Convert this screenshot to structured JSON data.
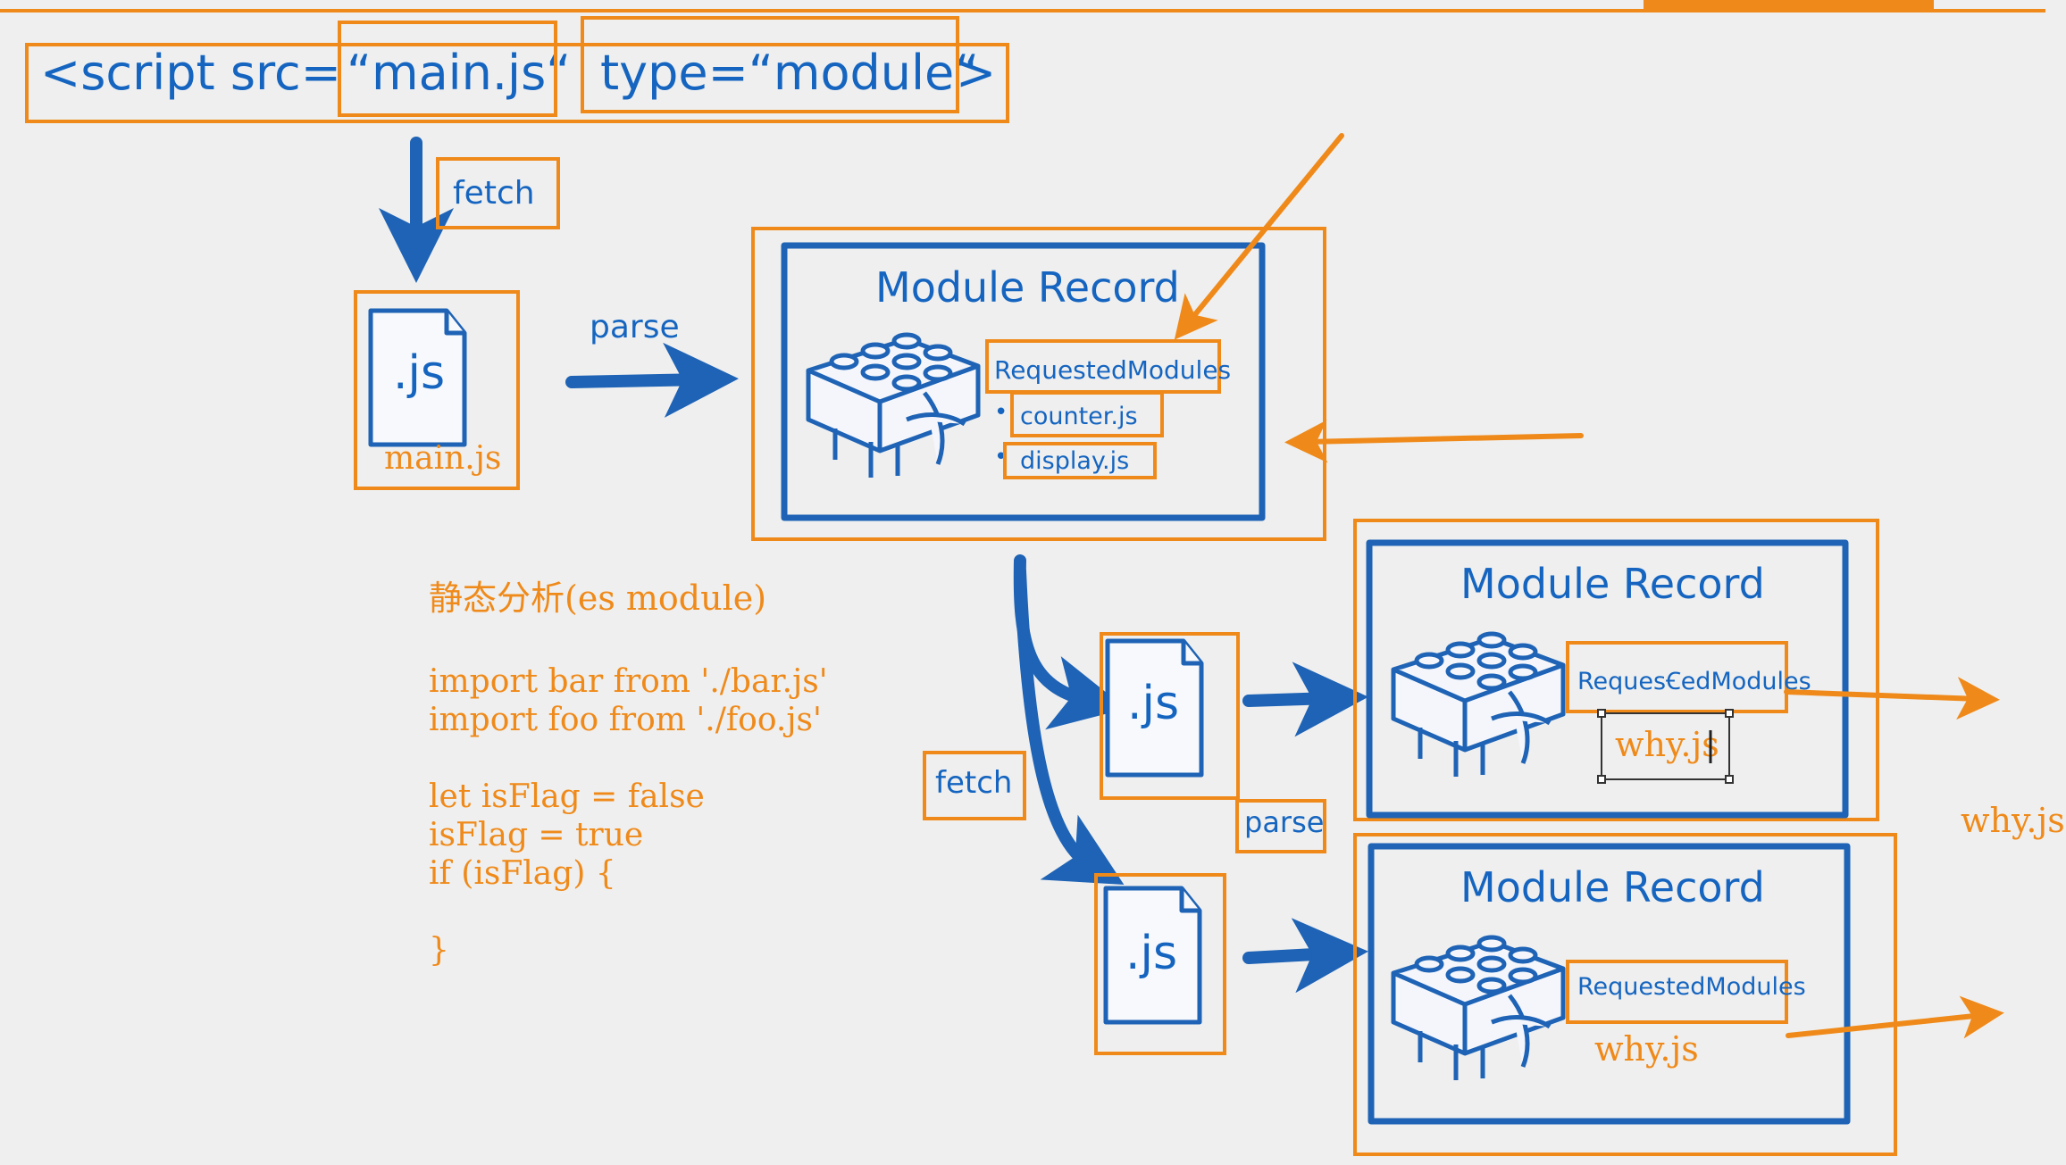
{
  "script_tag": {
    "prefix": "<script  src=",
    "src_value": "“main.js“",
    "type_value": "type=“module“",
    "suffix": ">"
  },
  "labels": {
    "fetch_top": "fetch",
    "fetch_mid": "fetch",
    "parse_main": "parse",
    "parse_second": "parse",
    "file_ext": ".js",
    "main_file": "main.js"
  },
  "module_record_main": {
    "title": "Module Record",
    "requested_label": "RequestedModules",
    "items": [
      "counter.js",
      "display.js"
    ]
  },
  "module_record_counter": {
    "title": "Module Record",
    "requested_label": "RequesꞒedModules",
    "note": "why.js"
  },
  "module_record_display": {
    "title": "Module Record",
    "requested_label": "RequestedModules",
    "note": "why.js"
  },
  "side_note": "why.js",
  "static_analysis": {
    "heading": "静态分析(es module)",
    "code_lines": [
      "import bar from './bar.js'",
      "import foo from './foo.js'",
      "",
      "let isFlag = false",
      "isFlag = true",
      "if (isFlag) {",
      "",
      "}"
    ]
  },
  "colors": {
    "accent_orange": "#ef8a1a",
    "diagram_blue": "#1e63b5",
    "background": "#efefef"
  }
}
